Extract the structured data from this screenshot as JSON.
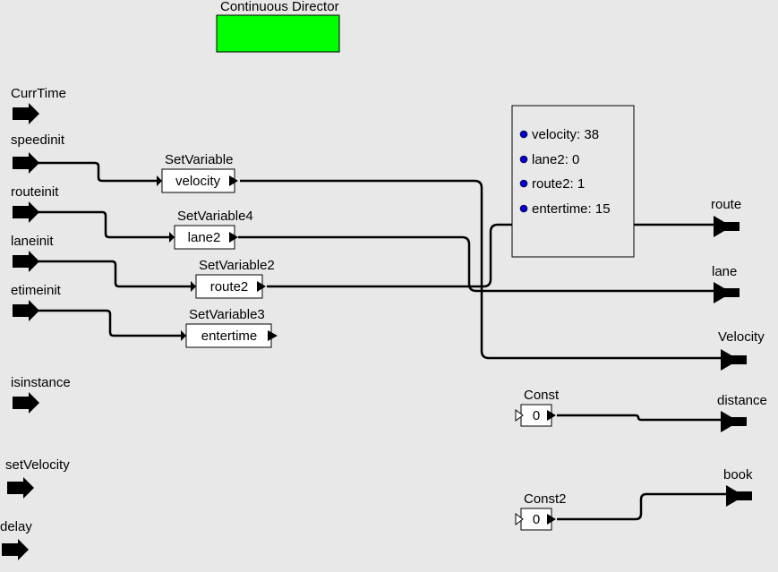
{
  "director": {
    "label": "Continuous Director",
    "color": "#00ff00"
  },
  "input_ports": [
    {
      "id": "currtime",
      "label": "CurrTime"
    },
    {
      "id": "speedinit",
      "label": "speedinit"
    },
    {
      "id": "routeinit",
      "label": "routeinit"
    },
    {
      "id": "laneinit",
      "label": "laneinit"
    },
    {
      "id": "etimeinit",
      "label": "etimeinit"
    },
    {
      "id": "isinstance",
      "label": "isinstance"
    },
    {
      "id": "setvelocity",
      "label": "setVelocity"
    },
    {
      "id": "delay",
      "label": "delay"
    }
  ],
  "setvariables": [
    {
      "id": "setvariable",
      "title": "SetVariable",
      "value": "velocity"
    },
    {
      "id": "setvariable4",
      "title": "SetVariable4",
      "value": "lane2"
    },
    {
      "id": "setvariable2",
      "title": "SetVariable2",
      "value": "route2"
    },
    {
      "id": "setvariable3",
      "title": "SetVariable3",
      "value": "entertime"
    }
  ],
  "parameters": [
    {
      "label": "velocity: 38"
    },
    {
      "label": "lane2: 0"
    },
    {
      "label": "route2: 1"
    },
    {
      "label": "entertime: 15"
    }
  ],
  "output_ports": [
    {
      "id": "route",
      "label": "route"
    },
    {
      "id": "lane",
      "label": "lane"
    },
    {
      "id": "velocity",
      "label": "Velocity"
    },
    {
      "id": "distance",
      "label": "distance"
    },
    {
      "id": "book",
      "label": "book"
    }
  ],
  "consts": [
    {
      "id": "const",
      "title": "Const",
      "value": "0"
    },
    {
      "id": "const2",
      "title": "Const2",
      "value": "0"
    }
  ],
  "colors": {
    "wire": "#000000",
    "background": "#e8e8e8",
    "parameter_dot": "#0000c8"
  }
}
